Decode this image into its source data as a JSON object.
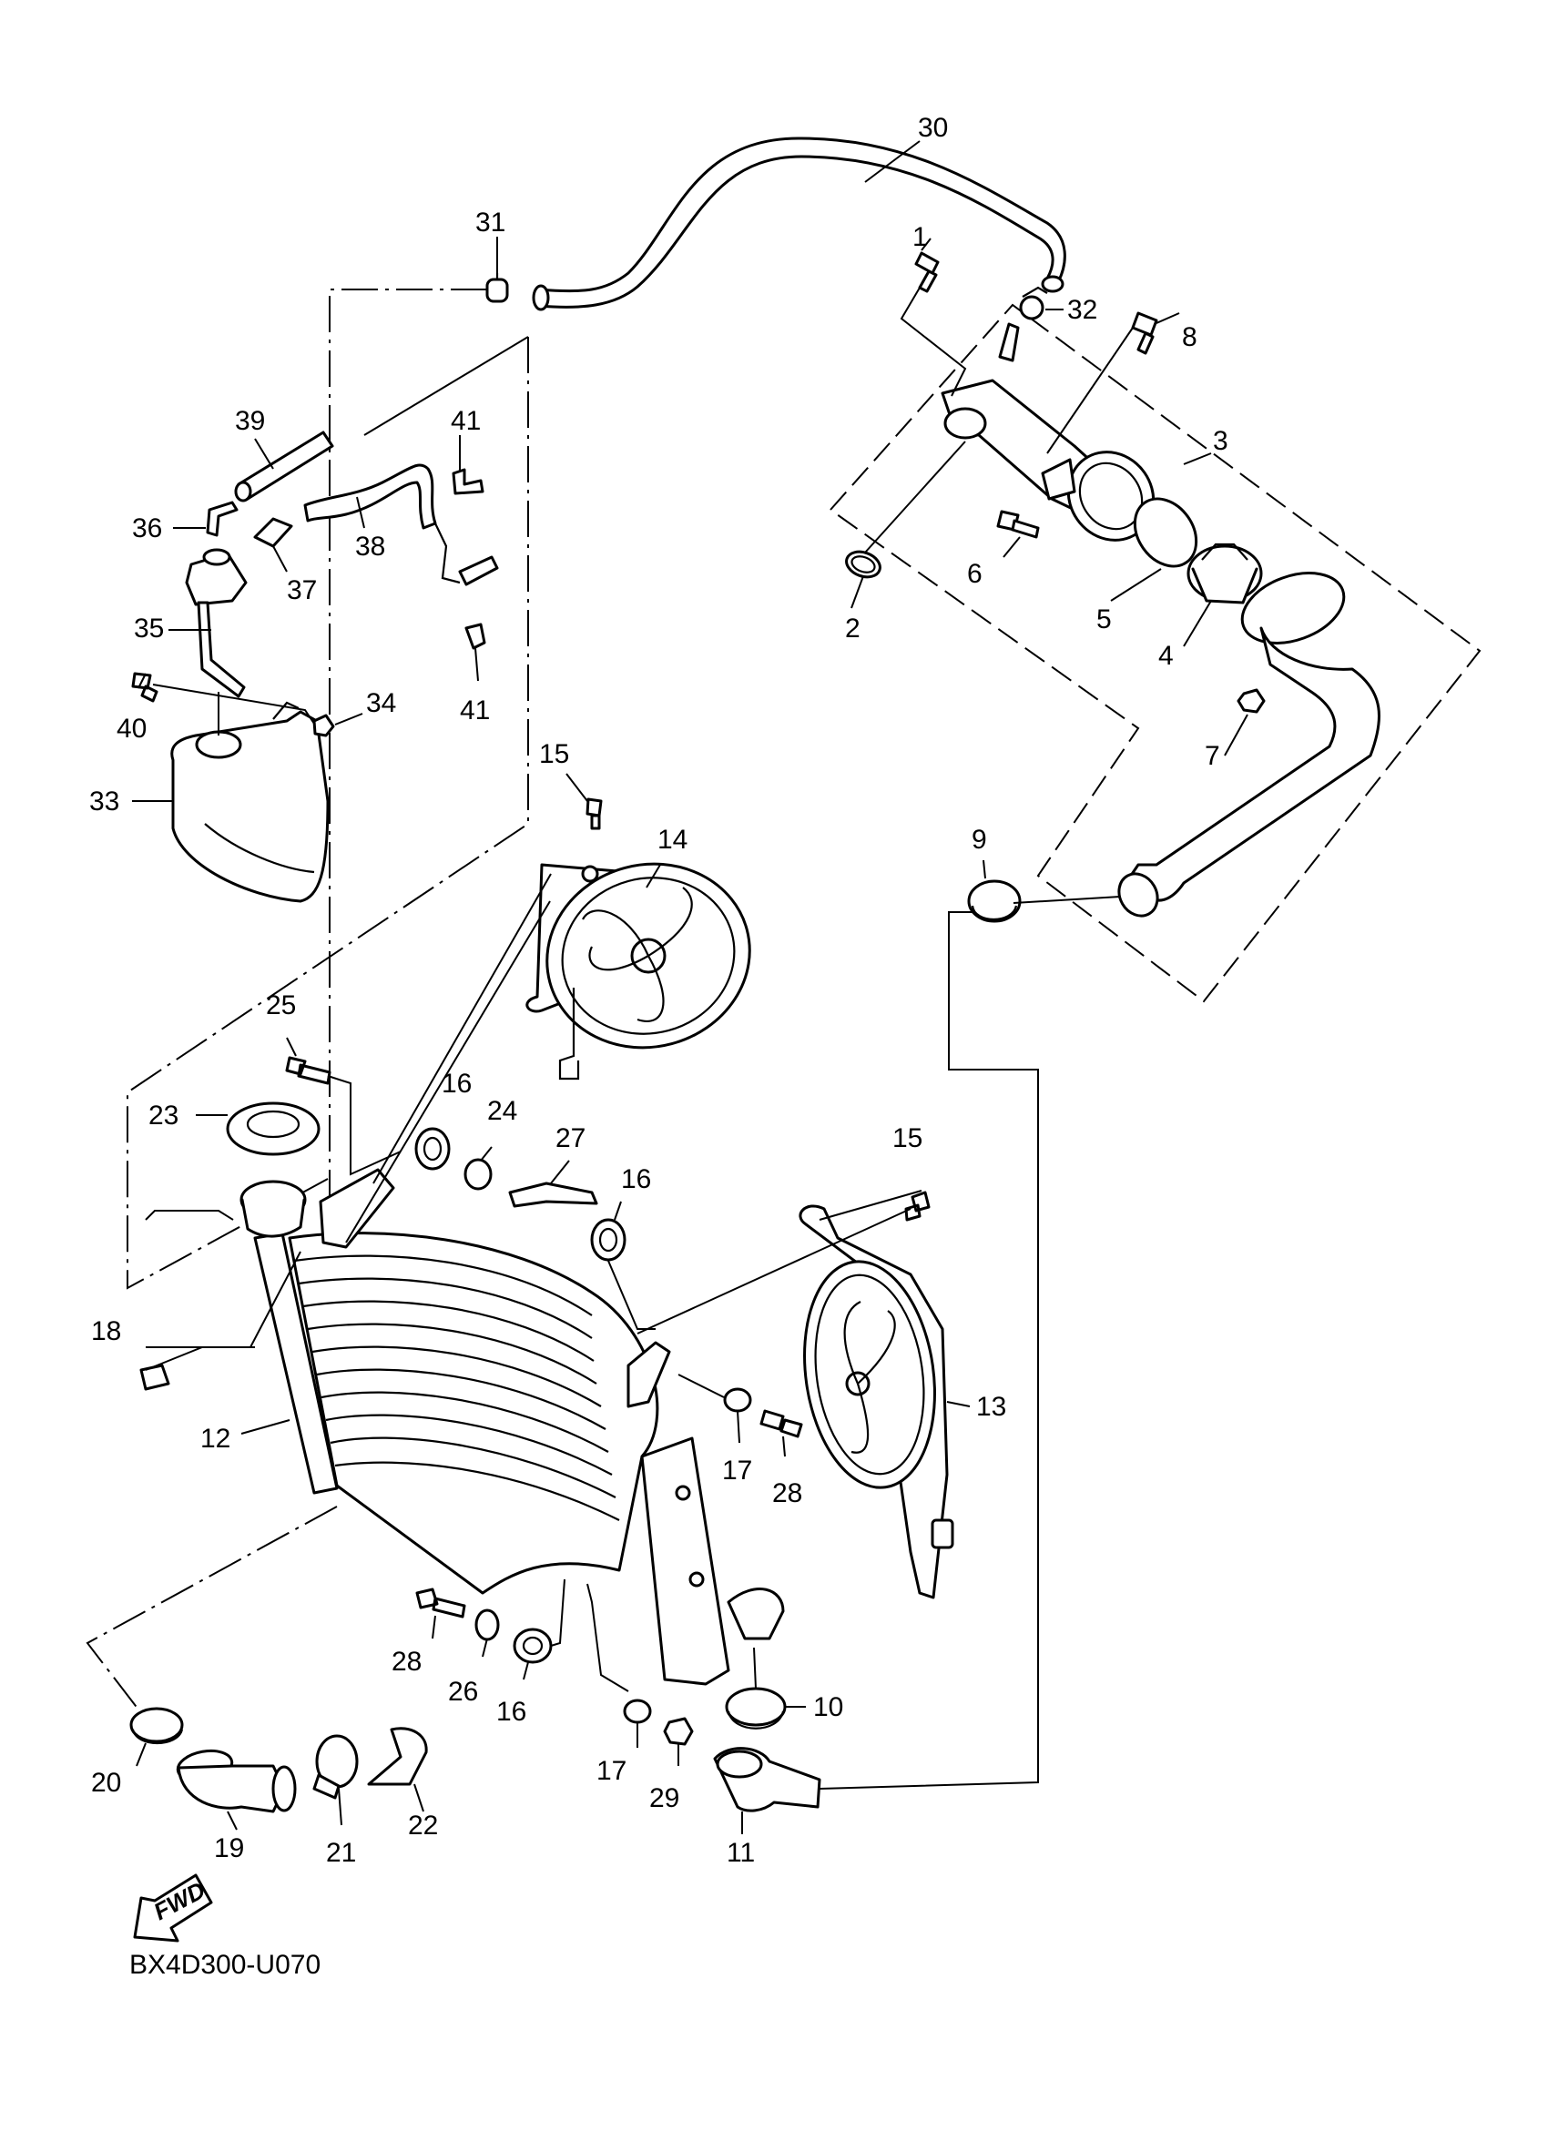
{
  "diagram": {
    "drawing_code": "BX4D300-U070",
    "direction_label": "FWD",
    "callouts": [
      "1",
      "2",
      "3",
      "4",
      "5",
      "6",
      "7",
      "8",
      "9",
      "10",
      "11",
      "12",
      "13",
      "14",
      "15",
      "15",
      "16",
      "16",
      "16",
      "17",
      "17",
      "18",
      "19",
      "20",
      "21",
      "22",
      "23",
      "24",
      "25",
      "26",
      "27",
      "28",
      "28",
      "29",
      "30",
      "31",
      "32",
      "33",
      "34",
      "35",
      "36",
      "37",
      "38",
      "39",
      "40",
      "41",
      "41"
    ]
  }
}
